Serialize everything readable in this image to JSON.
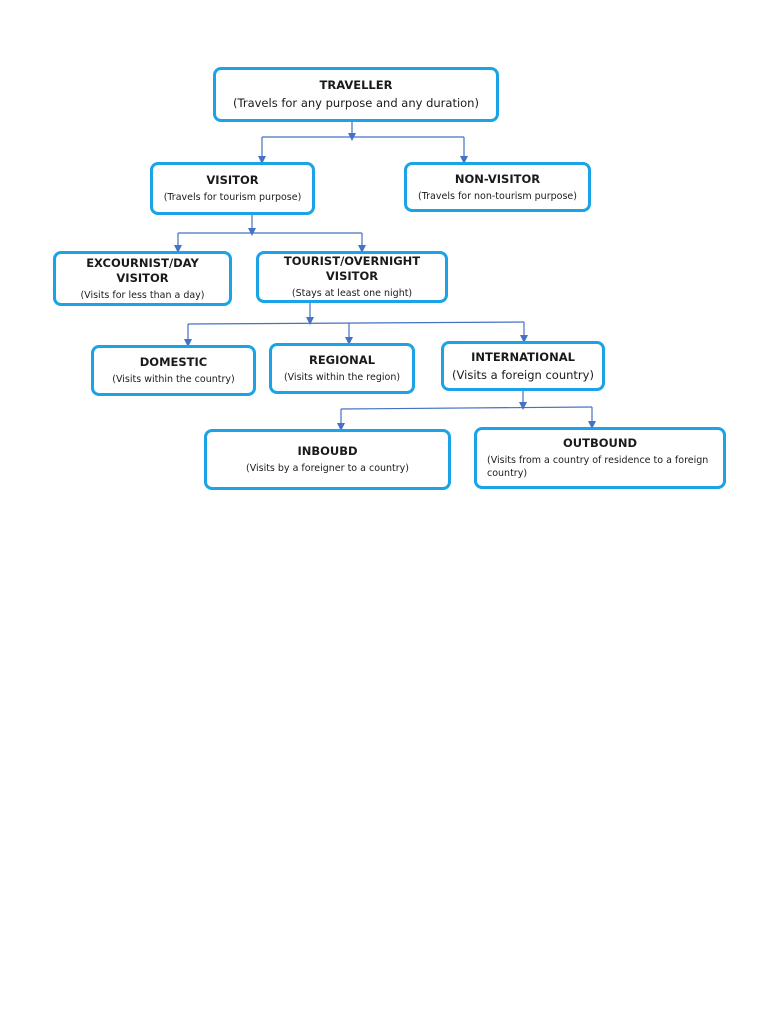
{
  "colors": {
    "box_border": "#1aa3e6",
    "connector": "#4472c4"
  },
  "nodes": {
    "traveller": {
      "title": "TRAVELLER",
      "desc": "(Travels for any purpose and any duration)"
    },
    "visitor": {
      "title": "VISITOR",
      "desc": "(Travels for tourism purpose)"
    },
    "non_visitor": {
      "title": "NON-VISITOR",
      "desc": "(Travels for non-tourism purpose)"
    },
    "excursionist": {
      "title": "EXCOURNIST/DAY VISITOR",
      "desc": "(Visits for less than a day)"
    },
    "tourist": {
      "title": "TOURIST/OVERNIGHT VISITOR",
      "desc": "(Stays at least one night)"
    },
    "domestic": {
      "title": "DOMESTIC",
      "desc": "(Visits within the country)"
    },
    "regional": {
      "title": "REGIONAL",
      "desc": "(Visits within the region)"
    },
    "international": {
      "title": "INTERNATIONAL",
      "desc": "(Visits a foreign country)"
    },
    "inbound": {
      "title": "INBOUBD",
      "desc": "(Visits by a foreigner to a country)"
    },
    "outbound": {
      "title": "OUTBOUND",
      "desc": "(Visits from a country of residence to a foreign country)"
    }
  }
}
